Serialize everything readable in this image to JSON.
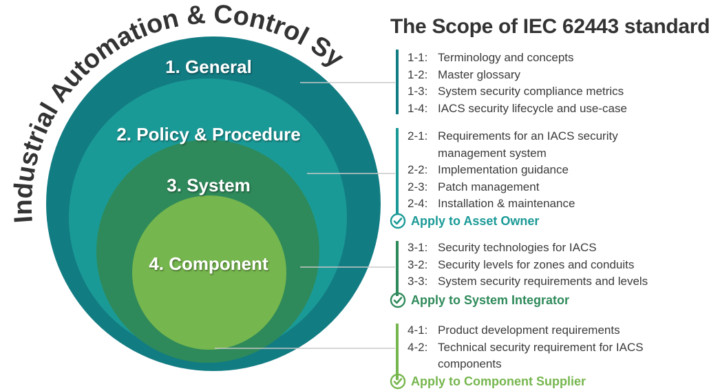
{
  "heading": "The Scope of IEC 62443 standard",
  "arc_title": "Industrial Automation & Control System",
  "circles": [
    {
      "label": "1. General",
      "color": "#127c83"
    },
    {
      "label": "2. Policy & Procedure",
      "color": "#1a9a97"
    },
    {
      "label": "3. System",
      "color": "#2e8a5a"
    },
    {
      "label": "4. Component",
      "color": "#76b64e"
    }
  ],
  "groups": [
    {
      "color": "#127c83",
      "items": [
        {
          "code": "1-1:",
          "lines": [
            "Terminology and concepts"
          ]
        },
        {
          "code": "1-2:",
          "lines": [
            "Master glossary"
          ]
        },
        {
          "code": "1-3:",
          "lines": [
            "System security compliance metrics"
          ]
        },
        {
          "code": "1-4:",
          "lines": [
            "IACS security lifecycle and use-case"
          ]
        }
      ]
    },
    {
      "color": "#1a9a97",
      "items": [
        {
          "code": "2-1:",
          "lines": [
            "Requirements for an IACS security",
            "management system"
          ]
        },
        {
          "code": "2-2:",
          "lines": [
            "Implementation guidance"
          ]
        },
        {
          "code": "2-3:",
          "lines": [
            "Patch management"
          ]
        },
        {
          "code": "2-4:",
          "lines": [
            "Installation & maintenance"
          ]
        }
      ],
      "apply": "Apply to Asset Owner"
    },
    {
      "color": "#2e8a5a",
      "items": [
        {
          "code": "3-1:",
          "lines": [
            "Security technologies for IACS"
          ]
        },
        {
          "code": "3-2:",
          "lines": [
            "Security levels for zones and conduits"
          ]
        },
        {
          "code": "3-3:",
          "lines": [
            "System security requirements and levels"
          ]
        }
      ],
      "apply": "Apply to System Integrator"
    },
    {
      "color": "#76b64e",
      "items": [
        {
          "code": "4-1:",
          "lines": [
            "Product development requirements"
          ]
        },
        {
          "code": "4-2:",
          "lines": [
            "Technical security requirement for IACS",
            "components"
          ]
        }
      ],
      "apply": "Apply to Component Supplier"
    }
  ]
}
